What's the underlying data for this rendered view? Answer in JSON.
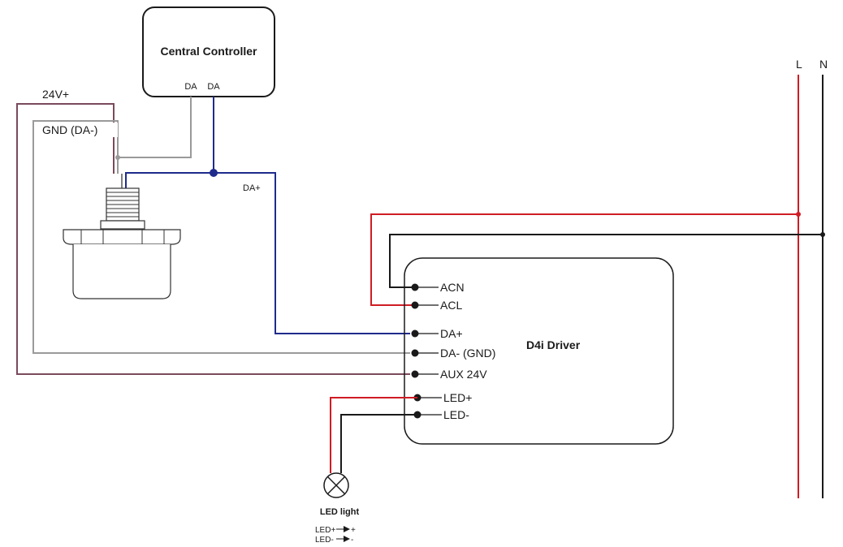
{
  "controller": {
    "title": "Central Controller",
    "port_a": "DA",
    "port_b": "DA"
  },
  "sensor": {
    "label_24v": "24V+",
    "label_gnd": "GND (DA-)",
    "label_da": "DA+"
  },
  "mains": {
    "l": "L",
    "n": "N"
  },
  "driver": {
    "title": "D4i Driver",
    "terminals": [
      "ACN",
      "ACL",
      "DA+",
      "DA- (GND)",
      "AUX 24V",
      "LED+",
      "LED-"
    ]
  },
  "lamp": {
    "title": "LED light",
    "legend_1": "LED+",
    "legend_1_to": "+",
    "legend_2": "LED-",
    "legend_2_to": "-"
  },
  "colors": {
    "live": "#d01c24",
    "neutral": "#1a1a1a",
    "dali": "#1f2b8c",
    "gnd": "#9a9a9a",
    "aux": "#7a4a5c"
  }
}
